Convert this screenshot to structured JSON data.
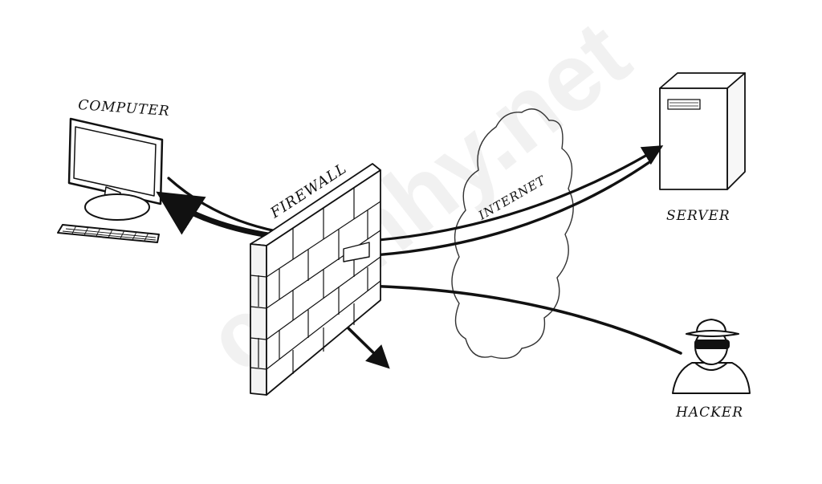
{
  "labels": {
    "computer": "COMPUTER",
    "firewall": "FIREWALL",
    "internet": "INTERNET",
    "server": "SERVER",
    "hacker": "HACKER"
  },
  "watermark": "csdnhy.net",
  "colors": {
    "stroke": "#111111",
    "background": "#ffffff",
    "wall_face": "#ffffff",
    "wall_side": "#f3f3f3",
    "cloud_stroke": "#333333"
  },
  "icons": {
    "computer": "computer-monitor-icon",
    "firewall": "brick-wall-icon",
    "internet": "cloud-icon",
    "server": "server-tower-icon",
    "hacker": "hacker-icon"
  }
}
